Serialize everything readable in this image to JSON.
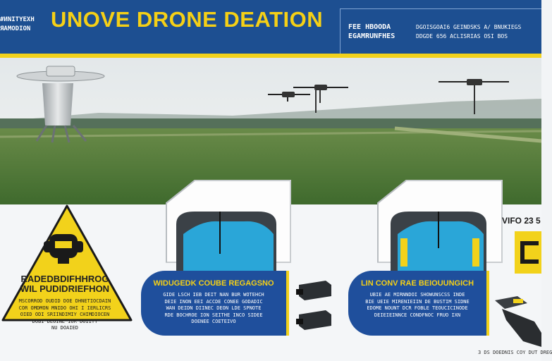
{
  "header": {
    "left_lines": [
      "#ИNITYEXH",
      "ЯAMODION"
    ],
    "title": "UNOVE DRONE DEATION",
    "info_left_lines": [
      "FEE HBOODA",
      "ЕGAMRUNFHES"
    ],
    "info_right_lines": [
      "DGOISGOAI6 GEINDSKS A/ BNUKIEGS",
      "DDGDE 656 ACLISRIAS OSI BOS"
    ]
  },
  "warning": {
    "heading_lines": [
      "RADEDBDIFHHROG",
      "WIL PUDIDRIEFHON"
    ],
    "body_lines": [
      "MSCORROD OUDID DOE DHNETIOCDAIN",
      "COR OMDMON MNIDO OHI I IERLICRS",
      "OIED ODI SRIINDIMIY CHIMDIOCEN",
      "DOBI DEOINE IOR DOIITT",
      "NU DOAIED"
    ]
  },
  "stations": [
    {
      "heading": "WIDUGEDK COUBE REGAGSNO",
      "body_lines": [
        "GIDE LSCH IEB DEIT NAN BUR WOTEHCH",
        "DEIE INON EEI ACCDE CONEE GODADIC",
        "WAN DEIDN DIINEC DEON LDE SPNOTE",
        "RDE BOCHROE ION SEITHE INCO SIDEE",
        "DOENEE COETEIVO"
      ],
      "accent": "#2aa6d8"
    },
    {
      "heading": "LIN CONV RAE BEIOUUNGICH",
      "body_lines": [
        "UBIE AE MIRNNDOI SHOWUNSCSS INDE",
        "BIE UEIE MIRENIEIIN DE BUSTIM SIDNE",
        "EDOME NOUNT DCR FOBLE TEOUCICINODE",
        "DEIEIEINNCE CONDFNOC FRUO IXN"
      ],
      "accent": "#2aa6d8"
    }
  ],
  "callout": {
    "label": "VIFO 23 5"
  },
  "footer_note": "3 DS DOEDNIS COY DUT DREG",
  "colors": {
    "banner": "#1d4f91",
    "accent_yellow": "#f2d21b",
    "caption_blue": "#1f4f9c",
    "field_green": "#4f7a37"
  }
}
